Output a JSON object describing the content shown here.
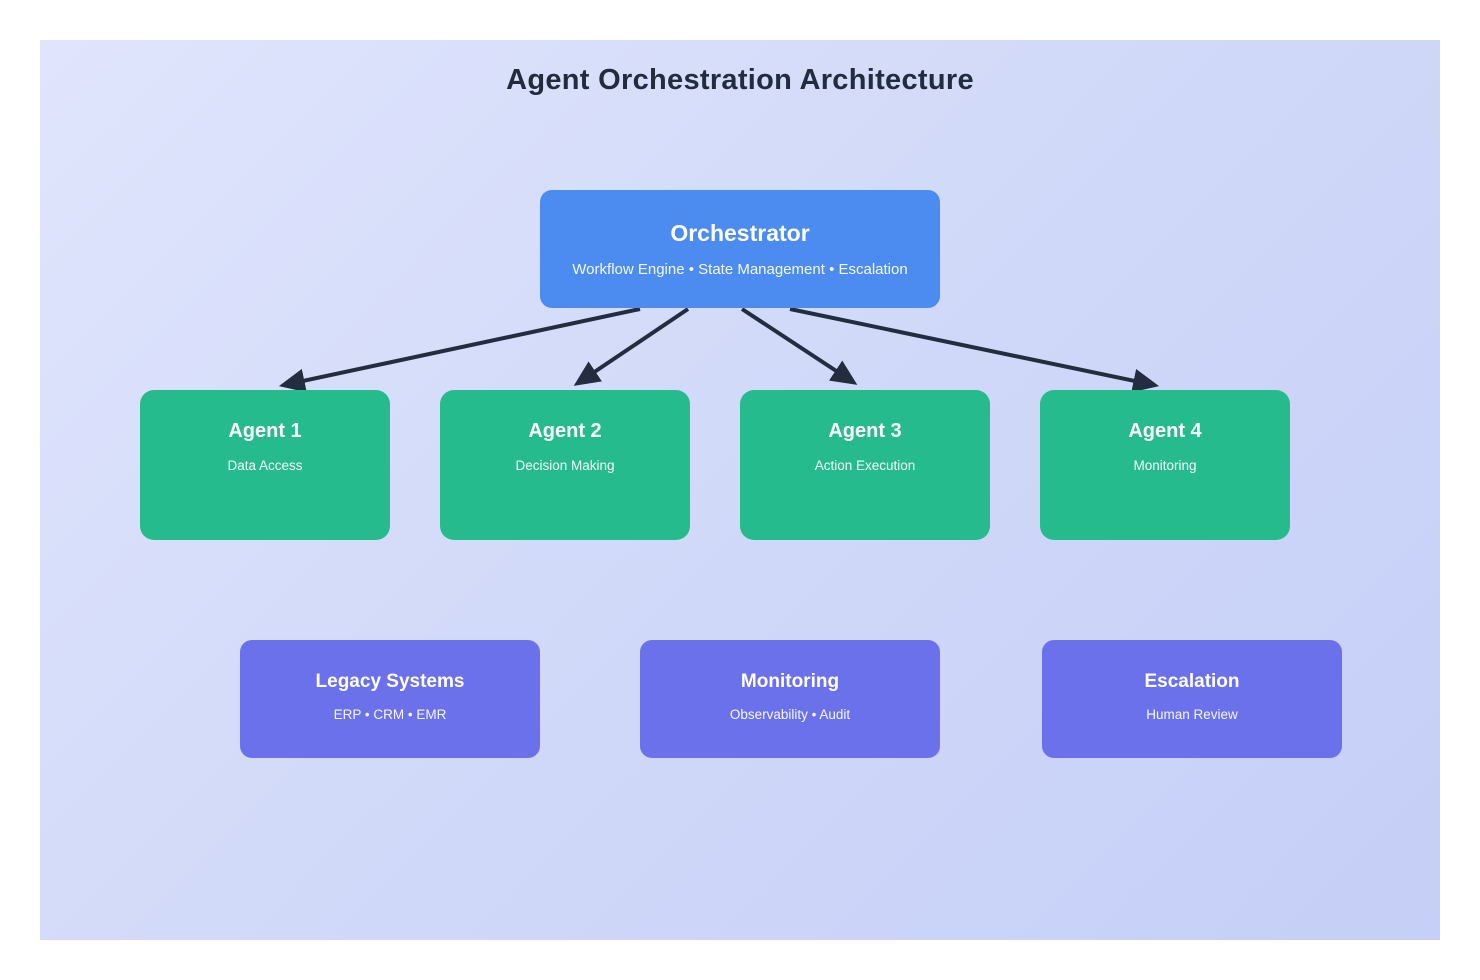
{
  "title": "Agent Orchestration Architecture",
  "colors": {
    "canvas_gradient_start": "#e0e5fc",
    "canvas_gradient_end": "#c5cff7",
    "orchestrator_fill": "#4c8bef",
    "agent_fill": "#26bb8c",
    "system_fill": "#6b71ea",
    "arrow": "#232d3f",
    "title_text": "#212d3e",
    "node_text": "#ffffff"
  },
  "orchestrator": {
    "title": "Orchestrator",
    "subtitle": "Workflow Engine • State Management • Escalation"
  },
  "agents": [
    {
      "title": "Agent 1",
      "subtitle": "Data Access"
    },
    {
      "title": "Agent 2",
      "subtitle": "Decision Making"
    },
    {
      "title": "Agent 3",
      "subtitle": "Action Execution"
    },
    {
      "title": "Agent 4",
      "subtitle": "Monitoring"
    }
  ],
  "systems": [
    {
      "title": "Legacy Systems",
      "subtitle": "ERP • CRM • EMR"
    },
    {
      "title": "Monitoring",
      "subtitle": "Observability • Audit"
    },
    {
      "title": "Escalation",
      "subtitle": "Human Review"
    }
  ]
}
